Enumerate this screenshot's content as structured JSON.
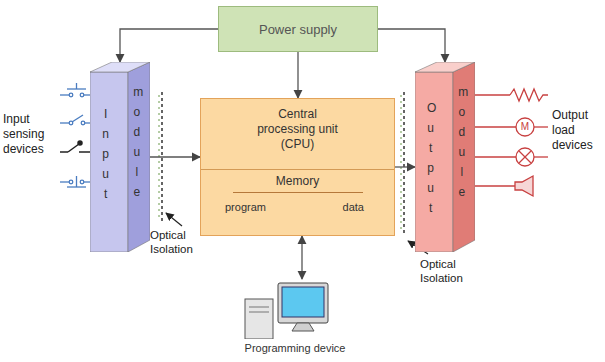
{
  "diagram": {
    "nodes": [
      {
        "text": [
          "Power supply"
        ]
      },
      {
        "text": [
          "Input",
          "module"
        ]
      },
      {
        "text": [
          "Central processing unit (CPU)"
        ]
      },
      {
        "text": [
          "Memory",
          "program",
          "data"
        ],
        "in": 2
      },
      {
        "text": [
          "Output",
          "module"
        ]
      },
      {
        "text": [
          "Programming device"
        ]
      }
    ],
    "edges": [
      {
        "from": 0,
        "to": 1,
        "arrow": "to"
      },
      {
        "from": 0,
        "to": 2,
        "arrow": "to"
      },
      {
        "from": 0,
        "to": 4,
        "arrow": "to"
      },
      {
        "from": 1,
        "to": 2,
        "arrow": "to"
      },
      {
        "from": 2,
        "to": 4,
        "arrow": "to"
      },
      {
        "from": 2,
        "to": 5,
        "arrow": "both"
      }
    ],
    "labels": [
      "Input sensing devices",
      "Optical Isolation",
      "Optical Isolation",
      "Output load devices",
      "M"
    ]
  }
}
